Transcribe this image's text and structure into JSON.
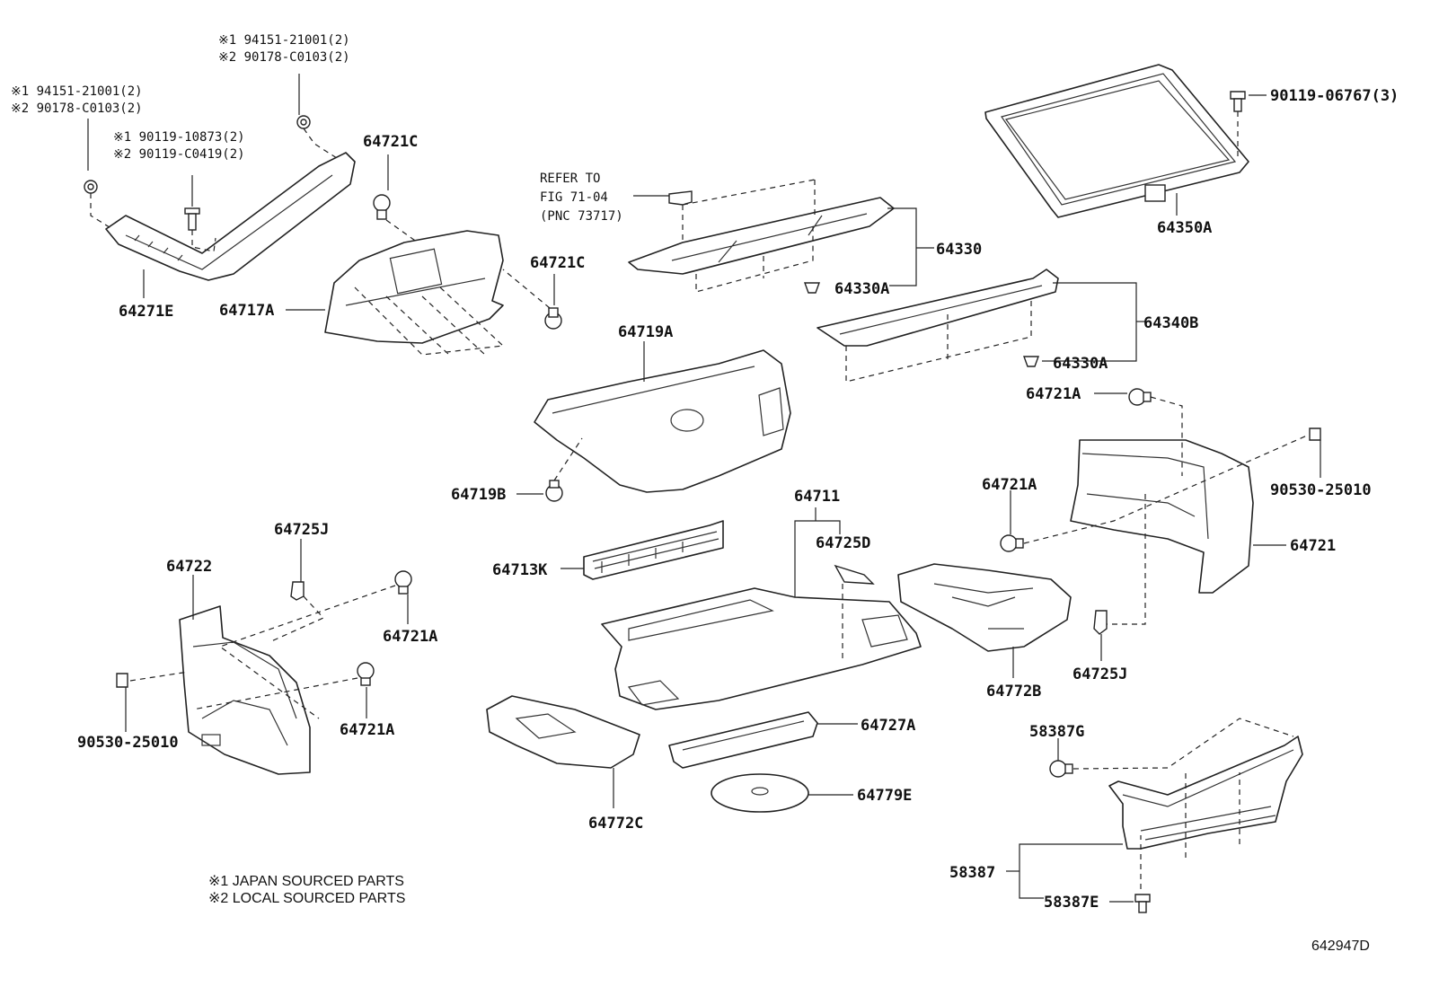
{
  "diagram_code": "642947D",
  "footnotes": [
    "※1 JAPAN SOURCED PARTS",
    "※2 LOCAL SOURCED PARTS"
  ],
  "refer_note": [
    "REFER TO",
    "FIG 71-04",
    "(PNC 73717)"
  ],
  "hardware_notes": {
    "top_center": [
      "※1 94151-21001(2)",
      "※2 90178-C0103(2)"
    ],
    "top_left": [
      "※1 94151-21001(2)",
      "※2 90178-C0103(2)"
    ],
    "screw": [
      "※1 90119-10873(2)",
      "※2 90119-C0419(2)"
    ]
  },
  "labels": {
    "p64721C_a": "64721C",
    "p64721C_b": "64721C",
    "p64271E": "64271E",
    "p64717A": "64717A",
    "p64330": "64330",
    "p64330A_a": "64330A",
    "p64330A_b": "64330A",
    "p64350A": "64350A",
    "p90119_06767": "90119-06767(3)",
    "p64340B": "64340B",
    "p64719A": "64719A",
    "p64719B": "64719B",
    "p64721A_a": "64721A",
    "p64721A_b": "64721A",
    "p64721A_c": "64721A",
    "p64721A_d": "64721A",
    "p90530_a": "90530-25010",
    "p90530_b": "90530-25010",
    "p64711": "64711",
    "p64725D": "64725D",
    "p64725J_a": "64725J",
    "p64725J_b": "64725J",
    "p64722": "64722",
    "p64713K": "64713K",
    "p64721": "64721",
    "p64772B": "64772B",
    "p64772C": "64772C",
    "p64727A": "64727A",
    "p64779E": "64779E",
    "p58387G": "58387G",
    "p58387": "58387",
    "p58387E": "58387E"
  }
}
